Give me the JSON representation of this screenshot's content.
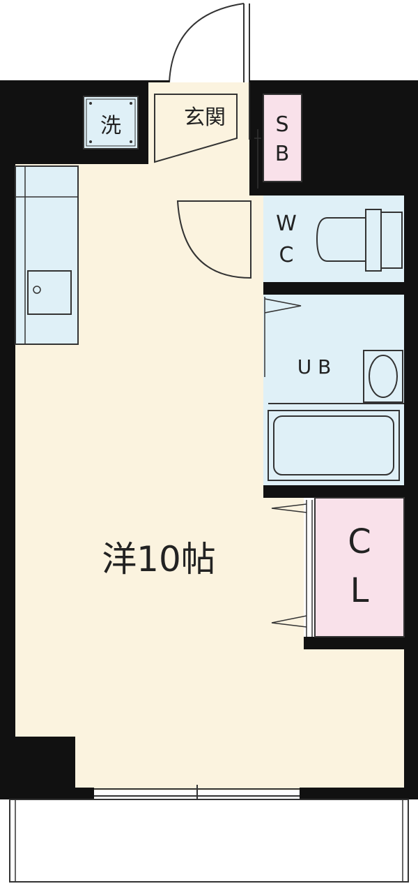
{
  "colors": {
    "wall": "#111111",
    "room_floor": "#fbf3df",
    "wet_area": "#dff0f7",
    "storage": "#f9e1ea",
    "balcony": "#ffffff",
    "line": "#333333"
  },
  "rooms": {
    "main": {
      "label": "洋10帖"
    },
    "washer": {
      "label": "洗"
    },
    "entrance": {
      "label": "玄関"
    },
    "shoe_box": {
      "label_line1": "S",
      "label_line2": "B"
    },
    "toilet": {
      "label_line1": "W",
      "label_line2": "C"
    },
    "bath": {
      "label": "U B"
    },
    "closet": {
      "label_line1": "C",
      "label_line2": "L"
    }
  }
}
